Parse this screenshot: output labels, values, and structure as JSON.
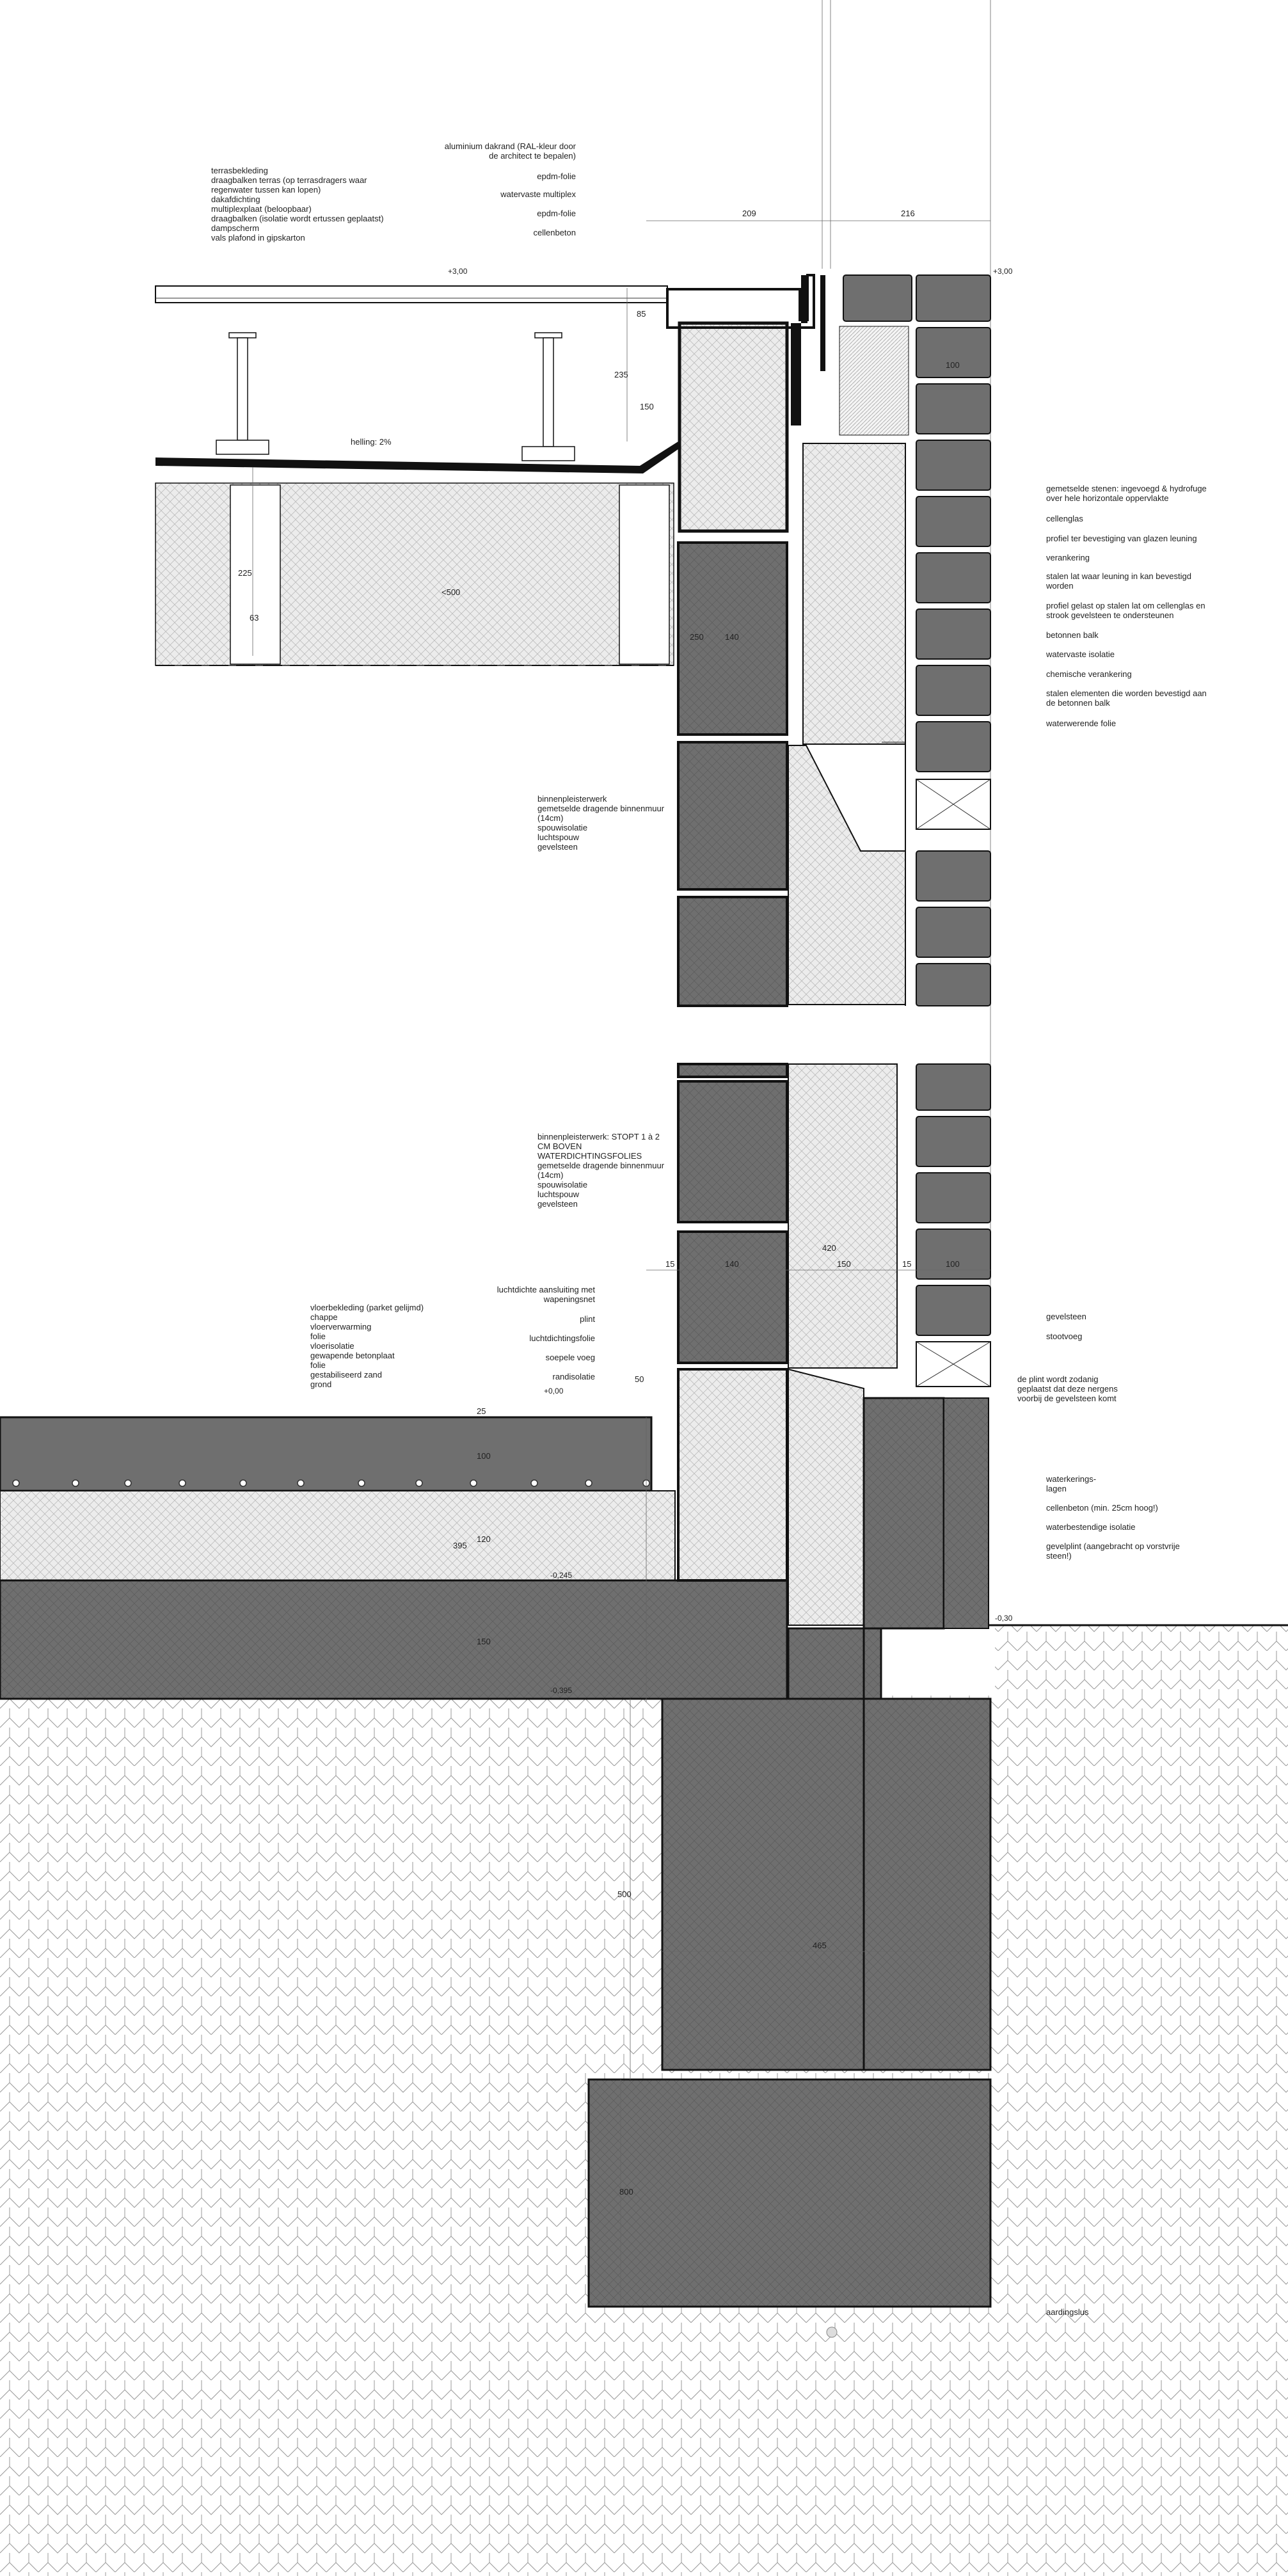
{
  "levels": {
    "roof": "+3,00",
    "roof_right": "+3,00",
    "floor": "+0,00",
    "slab_top": "-0,245",
    "slab_bottom": "-0,395",
    "ground": "-0,30"
  },
  "roof_layers": [
    "terrasbekleding",
    "draagbalken terras (op terrasdragers waar",
    "regenwater tussen kan lopen)",
    "dakafdichting",
    "multiplexplaat (beloopbaar)",
    "draagbalken (isolatie wordt ertussen geplaatst)",
    "dampscherm",
    "vals plafond in gipskarton"
  ],
  "roof_edge_callouts": [
    "aluminium dakrand (RAL-kleur door",
    "de architect te bepalen)",
    "epdm-folie",
    "watervaste multiplex",
    "epdm-folie",
    "cellenbeton"
  ],
  "slope_label": "helling: 2%",
  "upper_right_callouts": [
    "gemetselde stenen: ingevoegd & hydrofuge",
    "over hele horizontale oppervlakte",
    "cellenglas",
    "profiel ter bevestiging van glazen leuning",
    "verankering",
    "stalen lat waar leuning in kan bevestigd",
    "worden",
    "profiel gelast op stalen lat om cellenglas en",
    "strook gevelsteen te ondersteunen",
    "betonnen balk",
    "watervaste isolatie",
    "chemische verankering",
    "stalen elementen die worden bevestigd aan",
    "de betonnen balk",
    "waterwerende folie"
  ],
  "wall_layers_upper": [
    "binnenpleisterwerk",
    "gemetselde dragende binnenmuur",
    "(14cm)",
    "spouwisolatie",
    "luchtspouw",
    "gevelsteen"
  ],
  "wall_layers_lower": [
    "binnenpleisterwerk: STOPT 1 à 2",
    "CM BOVEN",
    "WATERDICHTINGSFOLIES",
    "gemetselde dragende binnenmuur",
    "(14cm)",
    "spouwisolatie",
    "luchtspouw",
    "gevelsteen"
  ],
  "floor_layers": [
    "vloerbekleding (parket gelijmd)",
    "chappe",
    "vloerverwarming",
    "folie",
    "vloerisolatie",
    "gewapende betonplaat",
    "folie",
    "gestabiliseerd zand",
    "grond"
  ],
  "base_left_callouts": [
    "luchtdichte aansluiting met",
    "wapeningsnet",
    "plint",
    "luchtdichtingsfolie",
    "soepele voeg",
    "randisolatie"
  ],
  "base_right_callouts": [
    "gevelsteen",
    "stootvoeg",
    "de plint wordt zodanig",
    "geplaatst dat deze nergens",
    "voorbij de gevelsteen komt",
    "waterkerings-",
    "lagen",
    "cellenbeton (min. 25cm hoog!)",
    "waterbestendige isolatie",
    "gevelplint (aangebracht op vorstvrije",
    "steen!)"
  ],
  "earthing_label": "aardingslus",
  "dimensions": {
    "roof_top_1": "209",
    "roof_top_2": "216",
    "d_85": "85",
    "d_235": "235",
    "d_150": "150",
    "d_100_upper": "100",
    "d_225": "225",
    "d_63": "63",
    "d_500": "<500",
    "d_250": "250",
    "d_140_upper": "140",
    "d_420": "420",
    "d_15a": "15",
    "d_140": "140",
    "d_150b": "150",
    "d_15b": "15",
    "d_100": "100",
    "d_50": "50",
    "d_25": "25",
    "d_100b": "100",
    "d_120": "120",
    "d_395": "395",
    "d_150c": "150",
    "d_500b": "500",
    "d_465": "465",
    "d_800": "800"
  }
}
